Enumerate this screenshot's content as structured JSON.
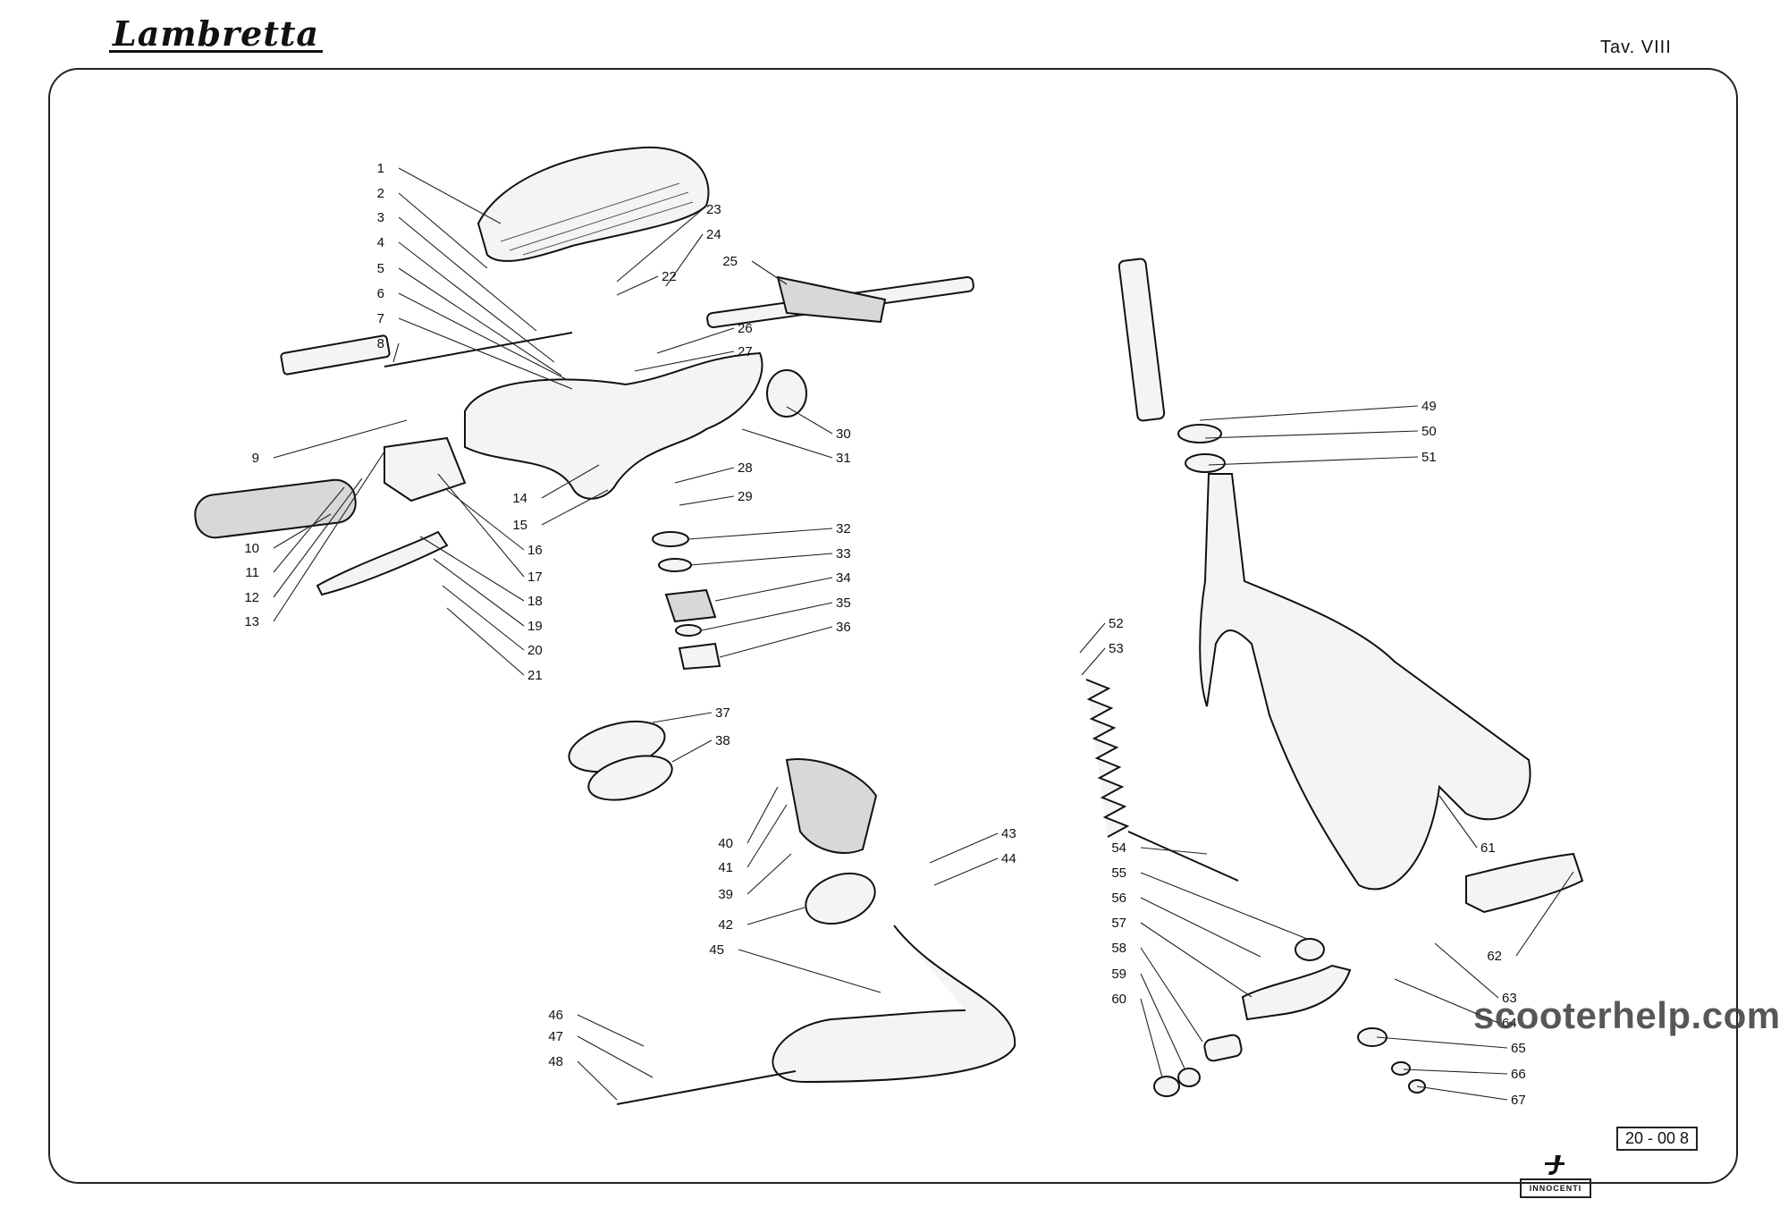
{
  "header": {
    "brand": "Lambretta",
    "plate": "Tav. VIII"
  },
  "footer": {
    "watermark": "scooterhelp.com",
    "drawing_code": "20 - 00 8",
    "maker": "INNOCENTI"
  },
  "callouts": [
    "1",
    "2",
    "3",
    "4",
    "5",
    "6",
    "7",
    "8",
    "9",
    "10",
    "11",
    "12",
    "13",
    "14",
    "15",
    "16",
    "17",
    "18",
    "19",
    "20",
    "21",
    "22",
    "23",
    "24",
    "25",
    "26",
    "27",
    "28",
    "29",
    "30",
    "31",
    "32",
    "33",
    "34",
    "35",
    "36",
    "37",
    "38",
    "39",
    "40",
    "41",
    "42",
    "43",
    "44",
    "45",
    "46",
    "47",
    "48",
    "49",
    "50",
    "51",
    "52",
    "53",
    "54",
    "55",
    "56",
    "57",
    "58",
    "59",
    "60",
    "61",
    "62",
    "63",
    "64",
    "65",
    "66",
    "67"
  ]
}
